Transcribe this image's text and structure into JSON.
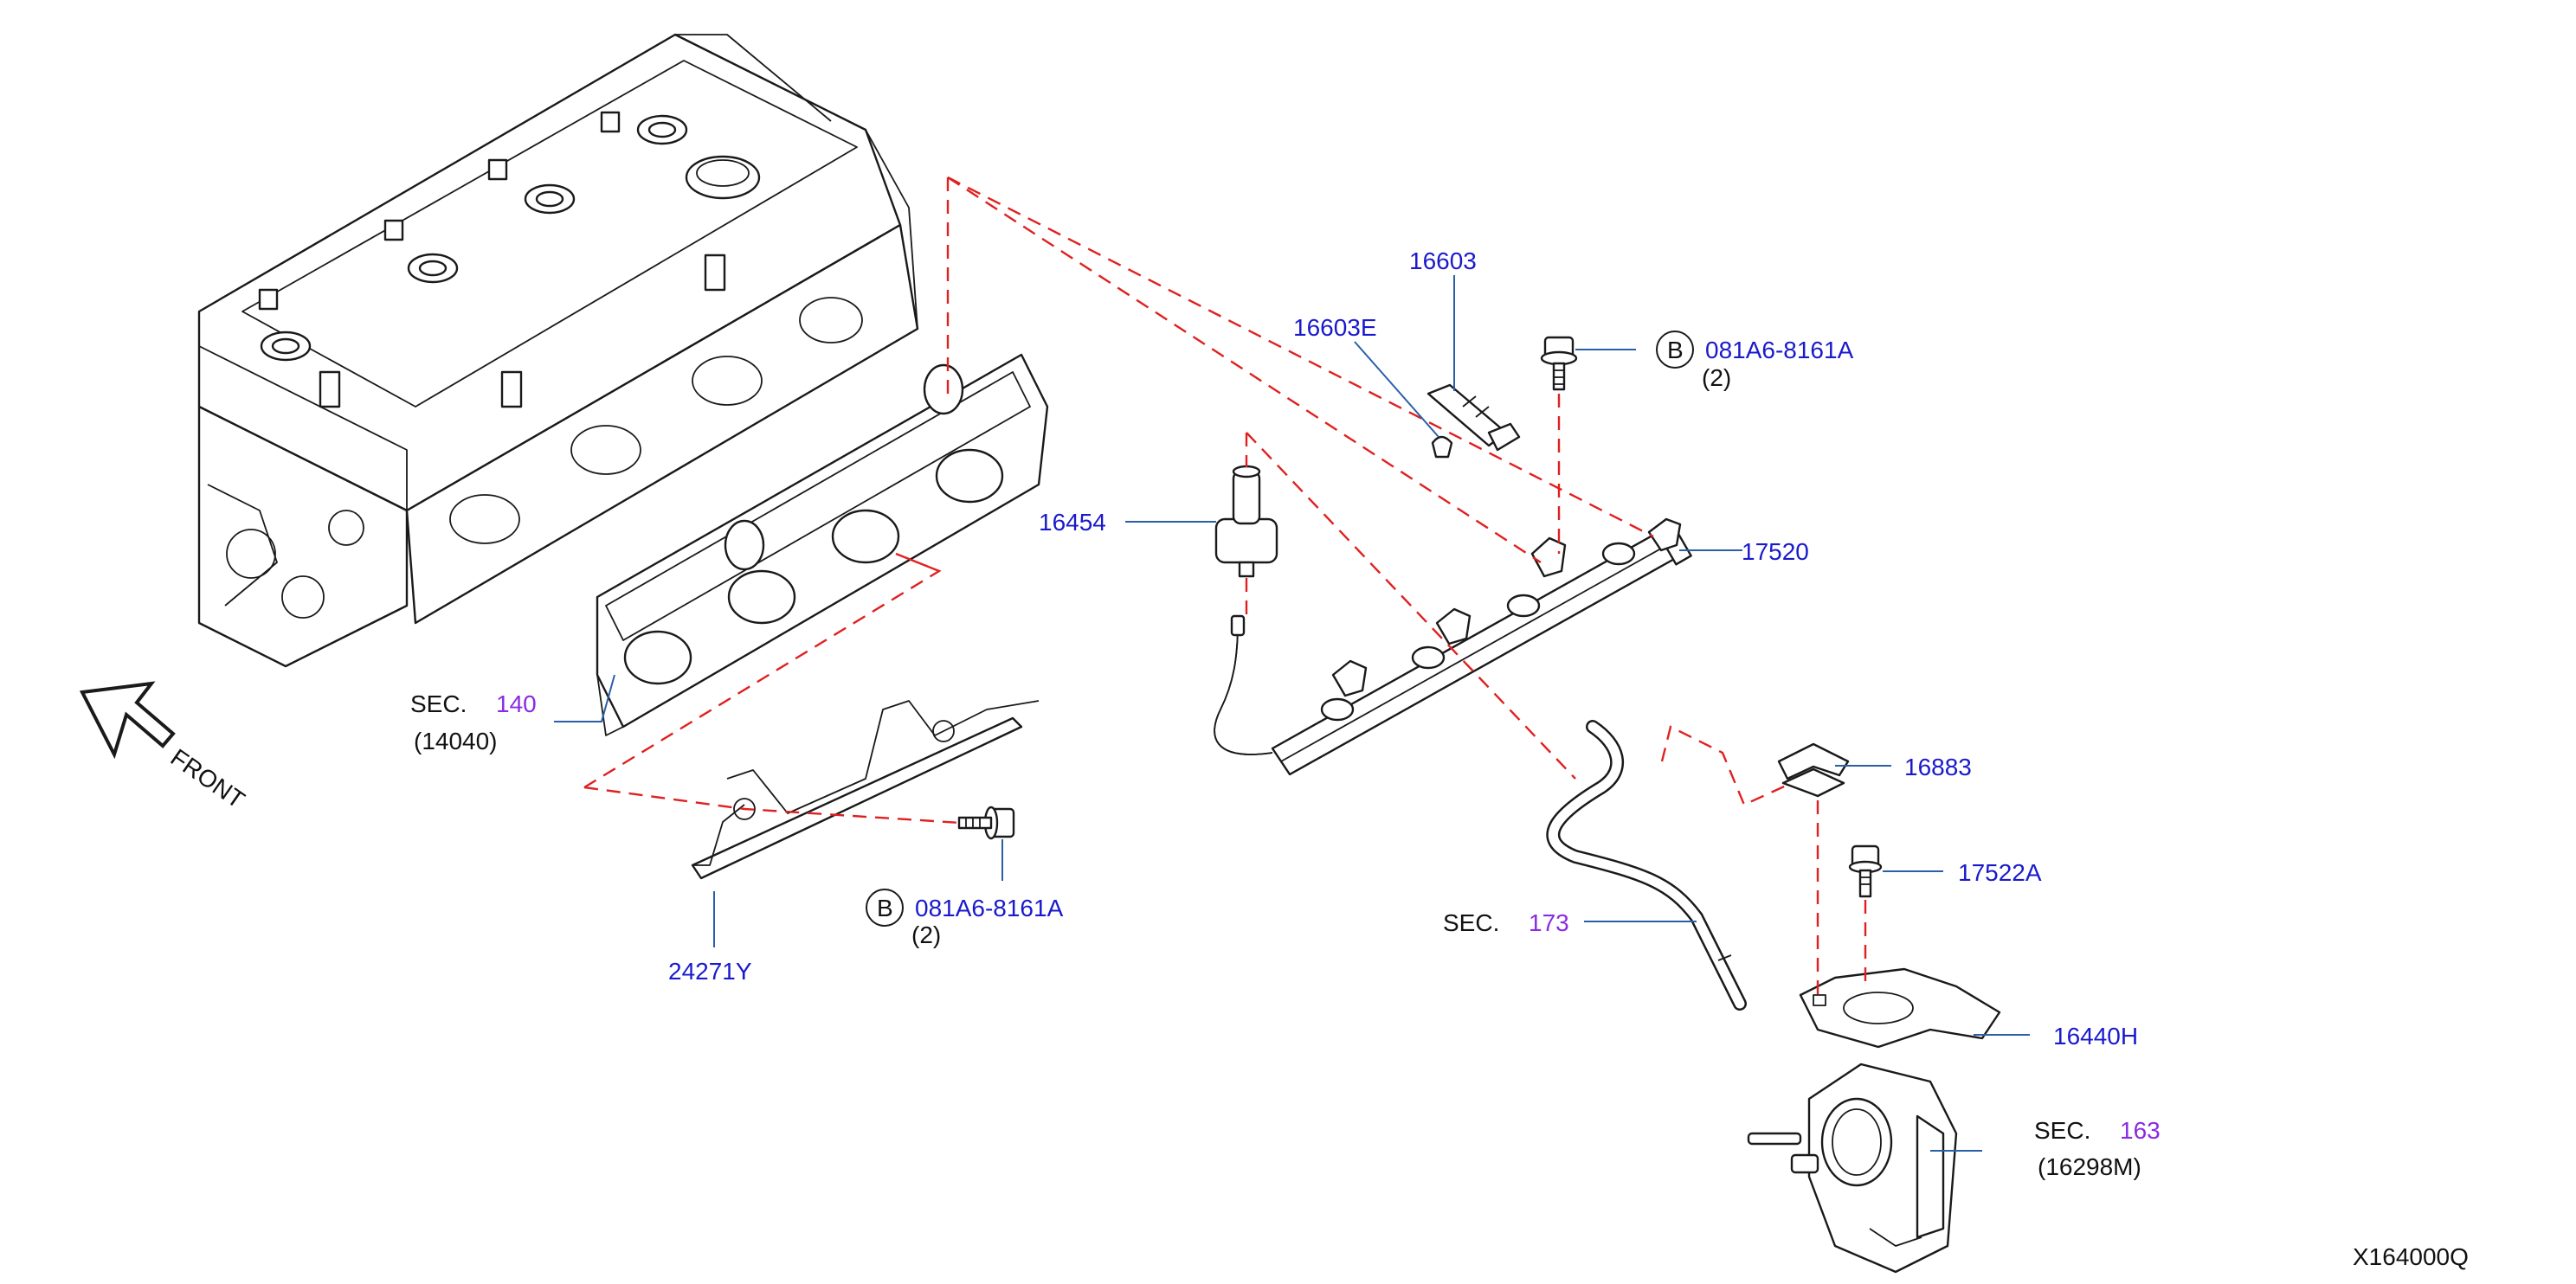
{
  "diagram_id": "X164000Q",
  "front_label": "FRONT",
  "callouts": {
    "p16603": "16603",
    "p16603E": "16603E",
    "p16454": "16454",
    "p17520": "17520",
    "p16883": "16883",
    "p17522A": "17522A",
    "p16440H": "16440H",
    "p24271Y": "24271Y",
    "bolt_top": {
      "circle": "B",
      "code": "081A6-8161A",
      "qty": "(2)"
    },
    "bolt_bottom": {
      "circle": "B",
      "code": "081A6-8161A",
      "qty": "(2)"
    }
  },
  "sections": {
    "s140": {
      "label": "SEC.",
      "num": "140",
      "sub": "(14040)"
    },
    "s173": {
      "label": "SEC.",
      "num": "173"
    },
    "s163": {
      "label": "SEC.",
      "num": "163",
      "sub": "(16298M)"
    }
  },
  "colors": {
    "part_number": "#1a1acc",
    "section_number": "#8a2be2",
    "leader_line": "#2a5fa8",
    "dashed_link": "#e02020"
  }
}
